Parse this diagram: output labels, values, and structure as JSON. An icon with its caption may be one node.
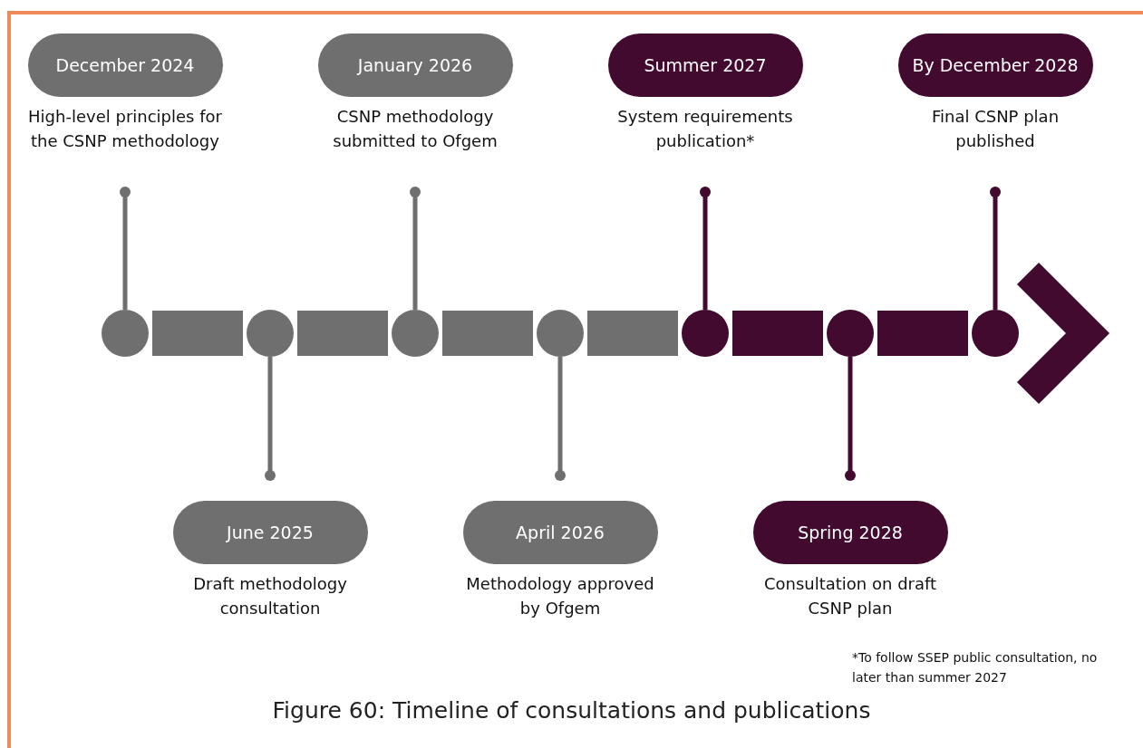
{
  "diagram": {
    "caption": "Figure 60: Timeline of consultations and publications",
    "nodes": [
      {
        "text": [
          "December 2024"
        ],
        "beside": [
          "High-level principles for the CSNP methodology"
        ]
      },
      {
        "text": [
          "June 2025"
        ],
        "beside": [
          "Draft methodology consultation"
        ]
      },
      {
        "text": [
          "January 2026"
        ],
        "beside": [
          "CSNP methodology submitted to Ofgem"
        ]
      },
      {
        "text": [
          "April 2026"
        ],
        "beside": [
          "Methodology approved by Ofgem"
        ]
      },
      {
        "text": [
          "Summer 2027"
        ],
        "beside": [
          "System requirements publication*"
        ]
      },
      {
        "text": [
          "Spring 2028"
        ],
        "beside": [
          "Consultation on draft CSNP plan"
        ]
      },
      {
        "text": [
          "By December 2028"
        ],
        "beside": [
          "Final CSNP plan published"
        ]
      },
      {
        "text": [],
        "shape": "circle"
      },
      {
        "text": [],
        "shape": "circle"
      },
      {
        "text": [],
        "shape": "circle"
      },
      {
        "text": [],
        "shape": "circle"
      },
      {
        "text": [],
        "shape": "circle"
      },
      {
        "text": [],
        "shape": "circle"
      },
      {
        "text": [],
        "shape": "circle"
      }
    ],
    "edges": [
      {
        "from": 0,
        "to": 7,
        "arrow": "other",
        "color": "#6f6f6f"
      },
      {
        "from": 1,
        "to": 8,
        "arrow": "other",
        "color": "#6f6f6f"
      },
      {
        "from": 2,
        "to": 9,
        "arrow": "other",
        "color": "#6f6f6f"
      },
      {
        "from": 3,
        "to": 10,
        "arrow": "other",
        "color": "#6f6f6f"
      },
      {
        "from": 4,
        "to": 11,
        "arrow": "other",
        "color": "#420a2e"
      },
      {
        "from": 5,
        "to": 12,
        "arrow": "other",
        "color": "#420a2e"
      },
      {
        "from": 6,
        "to": 13,
        "arrow": "other",
        "color": "#420a2e"
      },
      {
        "from": 7,
        "to": 8,
        "arrow": "none",
        "style": "thick",
        "color": "#6f6f6f"
      },
      {
        "from": 8,
        "to": 9,
        "arrow": "none",
        "style": "thick",
        "color": "#6f6f6f"
      },
      {
        "from": 9,
        "to": 10,
        "arrow": "none",
        "style": "thick",
        "color": "#6f6f6f"
      },
      {
        "from": 10,
        "to": 11,
        "arrow": "none",
        "style": "thick",
        "color": "#6f6f6f"
      },
      {
        "from": 11,
        "to": 12,
        "arrow": "none",
        "style": "thick",
        "color": "#420a2e"
      },
      {
        "from": 12,
        "to": 13,
        "arrow": "none",
        "style": "thick",
        "color": "#420a2e"
      },
      {
        "from": 13,
        "to": null,
        "arrow": "to",
        "style": "thick",
        "color": "#420a2e"
      }
    ],
    "labels": [
      "*To follow SSEP public consultation, no later than summer 2027"
    ]
  }
}
